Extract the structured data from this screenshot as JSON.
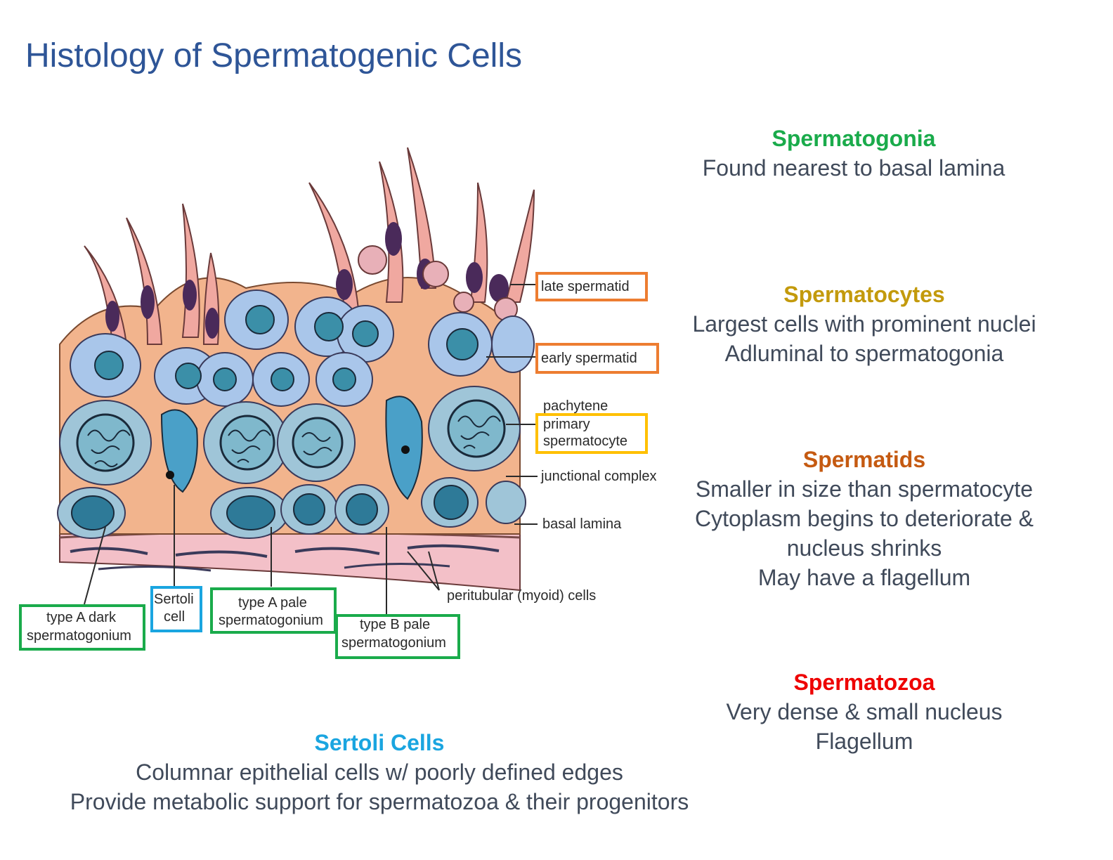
{
  "title": "Histology of Spermatogenic Cells",
  "colors": {
    "title": "#2e5597",
    "spermatogonia": "#1aab4b",
    "spermatocytes": "#c39a0c",
    "spermatids": "#c55a11",
    "spermatozoa": "#ee0000",
    "sertoli": "#1aa5e0",
    "body_text": "#404a5a",
    "box_orange": "#ed7d31",
    "box_yellow": "#ffc000",
    "box_green": "#1aab4b",
    "box_blue": "#1aa5e0"
  },
  "sections": {
    "spermatogonia": {
      "heading": "Spermatogonia",
      "lines": [
        "Found nearest to basal lamina"
      ]
    },
    "spermatocytes": {
      "heading": "Spermatocytes",
      "lines": [
        "Largest cells with prominent nuclei",
        "Adluminal to spermatogonia"
      ]
    },
    "spermatids": {
      "heading": "Spermatids",
      "lines": [
        "Smaller in size than spermatocyte",
        "Cytoplasm begins to deteriorate &",
        "nucleus shrinks",
        "May have a flagellum"
      ]
    },
    "spermatozoa": {
      "heading": "Spermatozoa",
      "lines": [
        "Very dense & small nucleus",
        "Flagellum"
      ]
    },
    "sertoli": {
      "heading": "Sertoli Cells",
      "lines": [
        "Columnar epithelial cells w/ poorly defined edges",
        "Provide metabolic support for spermatozoa & their progenitors"
      ]
    }
  },
  "diagram_labels": {
    "late_spermatid": "late spermatid",
    "early_spermatid": "early spermatid",
    "pachytene_1": "pachytene",
    "pachytene_2": "primary",
    "pachytene_3": "spermatocyte",
    "junctional_complex": "junctional complex",
    "basal_lamina": "basal lamina",
    "peritubular": "peritubular (myoid) cells",
    "type_a_dark_1": "type A dark",
    "type_a_dark_2": "spermatogonium",
    "sertoli_1": "Sertoli",
    "sertoli_2": "cell",
    "type_a_pale_1": "type A pale",
    "type_a_pale_2": "spermatogonium",
    "type_b_pale_1": "type B pale",
    "type_b_pale_2": "spermatogonium"
  }
}
